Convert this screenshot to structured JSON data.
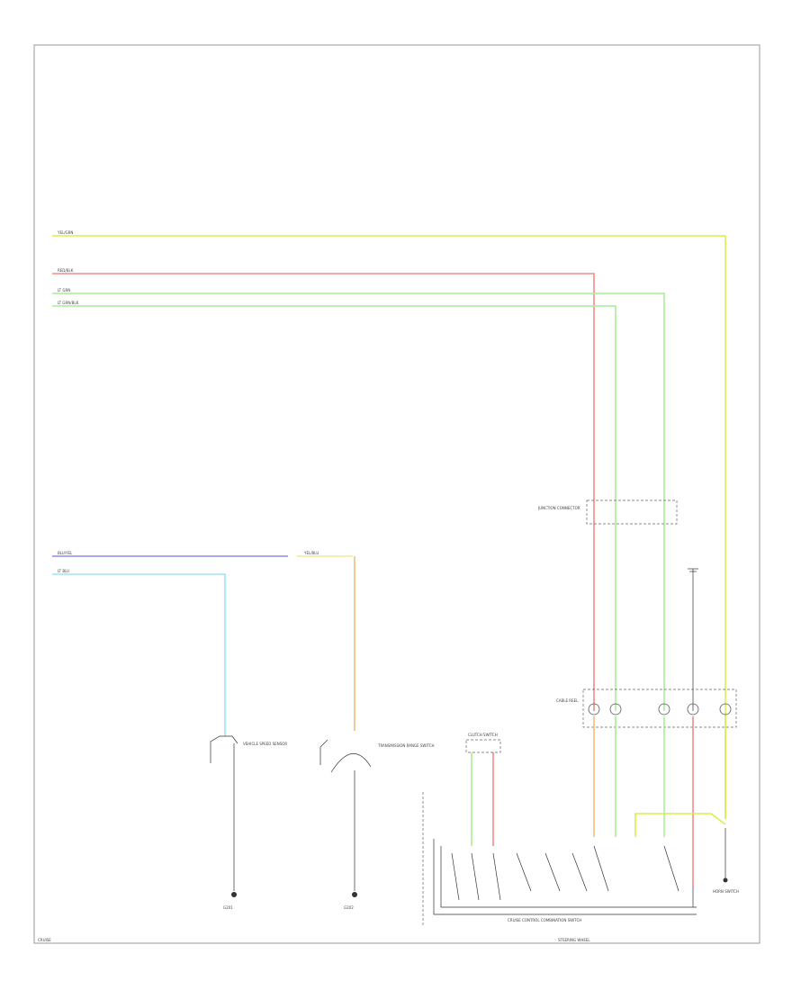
{
  "colors": {
    "yellow_green": "#d6f04a",
    "red": "#f08a8a",
    "light_green": "#a6ee96",
    "blue": "#8c8cf2",
    "cyan": "#9ae6ee",
    "yellow": "#f0e89a",
    "orange": "#f0bc7e",
    "ground": "#333333"
  },
  "left_labels": {
    "wire1": "YEL/GRN",
    "wire2": "RED/BLK",
    "wire3": "LT GRN",
    "wire4": "LT GRN/BLK",
    "wire5": "BLU/YEL",
    "wire6": "LT BLU",
    "yellow_seg": "YEL/BLU"
  },
  "components": {
    "upper_connector": "JUNCTION CONNECTOR",
    "lower_connector": "CABLE REEL",
    "switch_left": "VEHICLE SPEED SENSOR",
    "switch_right": "TRANSMISSION RANGE SWITCH",
    "clutch": "CLUTCH SWITCH",
    "cruise_switch": "CRUISE CONTROL COMBINATION SWITCH",
    "steering": "STEERING WHEEL",
    "horn": "HORN SWITCH",
    "gnd_left": "G201",
    "gnd_right": "G202"
  },
  "footer": {
    "left_code": "CRUISE"
  }
}
